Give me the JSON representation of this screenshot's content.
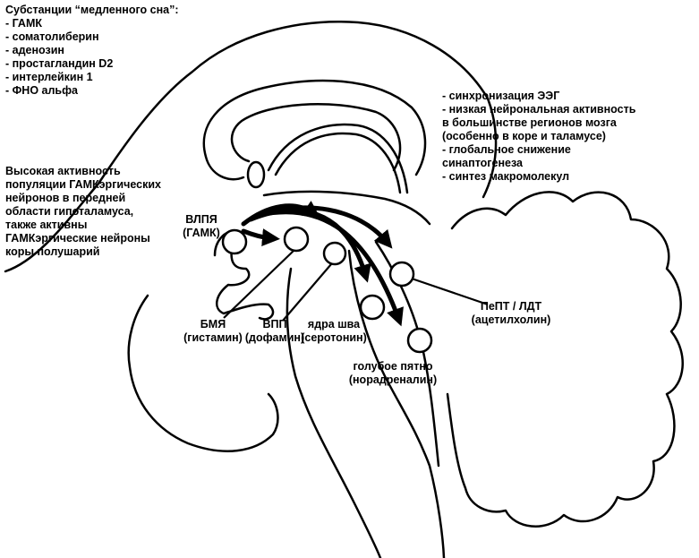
{
  "slow_sleep_substances": {
    "title": "Субстанции “медленного сна”:",
    "items": [
      "- ГАМК",
      "- соматолиберин",
      "- аденозин",
      "- простагландин D2",
      "- интерлейкин 1",
      "- ФНО альфа"
    ]
  },
  "effects": {
    "items": [
      "- синхронизация ЭЭГ",
      "- низкая нейрональная активность",
      "в большинстве регионов мозга",
      "(особенно в коре и таламусе)",
      "- глобальное снижение",
      "синаптогенеза",
      "- синтез макромолекул"
    ]
  },
  "hypothalamus_note": {
    "lines": [
      "Высокая активность",
      "популяции ГАМКэргических",
      "нейронов в передней",
      "области гипоталамуса,",
      "также активны",
      "ГАМКэргические нейроны",
      "коры полушарий"
    ]
  },
  "nuclei": {
    "vlpo": {
      "name": "ВЛПЯ",
      "transmitter": "(ГАМК)"
    },
    "tmn": {
      "name": "БМЯ",
      "transmitter": "(гистамин)"
    },
    "vta": {
      "name": "ВПП",
      "transmitter": "(дофамин)"
    },
    "raphe": {
      "name": "ядра шва",
      "transmitter": "(серотонин)"
    },
    "ppt": {
      "name": "ПеПТ / ЛДТ",
      "transmitter": "(ацетилхолин)"
    },
    "lc": {
      "name": "голубое пятно",
      "transmitter": "(норадреналин)"
    }
  }
}
